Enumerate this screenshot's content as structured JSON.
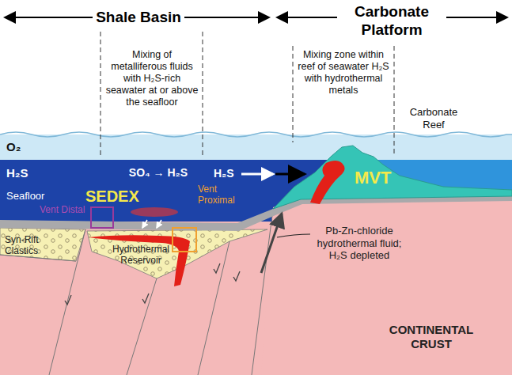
{
  "diagram": {
    "labels": [
      "Shale Basin",
      "Carbonate Platform",
      "Mixing of metalliferous fluids with H₂S-rich seawater at or above the seafloor",
      "Mixing zone within reef of seawater H₂S with hydrothermal metals",
      "Carbonate Reef",
      "O₂",
      "H₂S",
      "SO₄ → H₂S",
      "H₂S",
      "Seafloor",
      "SEDEX",
      "Vent Distal",
      "Vent Proximal",
      "MVT",
      "Syn-Rift Clastics",
      "Hydrothermal Reservoir",
      "Pb-Zn-chloride hydrothermal fluid; H₂S depleted",
      "CONTINENTAL CRUST"
    ]
  }
}
